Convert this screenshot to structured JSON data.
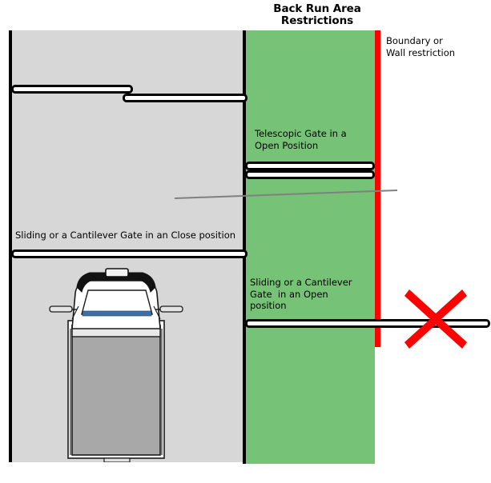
{
  "diagram": {
    "title_line1": "Back Run Area",
    "title_line2": "Restrictions",
    "colors": {
      "inner_zone": "#d7d7d7",
      "back_run_area": "#76c276",
      "boundary": "#ff0000",
      "wall": "#000000",
      "cross_mark": "#ff0000",
      "leader_line": "#808080",
      "vehicle_body": "#a8a8a8",
      "vehicle_visor": "#3d6fa5"
    },
    "labels": {
      "boundary": "Boundary or\nWall restriction",
      "telescopic_gate_open": "Telescopic Gate in a\nOpen Position",
      "sliding_gate_closed": "Sliding or a Cantilever Gate in an Close position",
      "sliding_gate_open": "Sliding or a Cantilever\nGate  in an Open\nposition"
    },
    "elements": {
      "telescopic_gate_closed_leaf_a": "telescopic-gate-closed-leaf-a",
      "telescopic_gate_closed_leaf_b": "telescopic-gate-closed-leaf-b",
      "telescopic_gate_open_leaf_a": "telescopic-gate-open-leaf-a",
      "telescopic_gate_open_leaf_b": "telescopic-gate-open-leaf-b",
      "sliding_gate_closed_bar": "sliding-gate-closed-bar",
      "sliding_gate_open_bar": "sliding-gate-open-bar",
      "cross_mark": "red-cross-not-allowed",
      "vehicle": "truck-top-view"
    }
  }
}
